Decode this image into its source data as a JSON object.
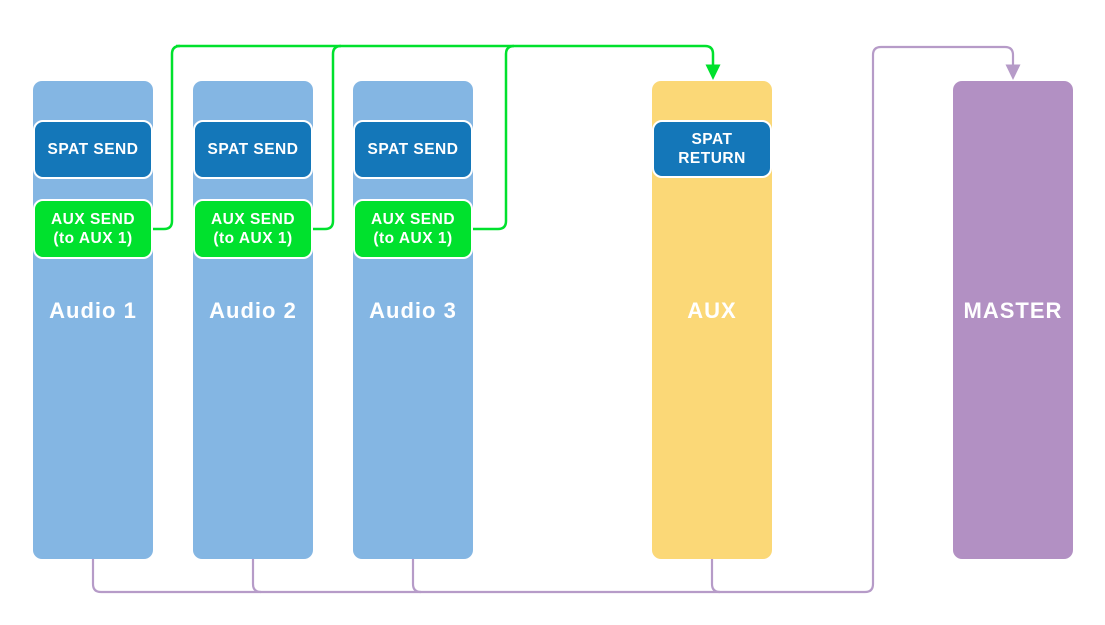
{
  "colors": {
    "track_audio": "#84B6E3",
    "track_aux": "#FBD877",
    "track_master": "#B290C3",
    "badge_blue": "#1477B9",
    "badge_green": "#00E12D",
    "wire_green": "#00E12D",
    "wire_purple": "#B69BC8",
    "label_text": "#FFFFFF"
  },
  "tracks": [
    {
      "label": "Audio 1",
      "type": "audio",
      "spat_badge": "SPAT SEND",
      "aux_badge": "AUX SEND\n(to AUX 1)"
    },
    {
      "label": "Audio 2",
      "type": "audio",
      "spat_badge": "SPAT SEND",
      "aux_badge": "AUX SEND\n(to AUX 1)"
    },
    {
      "label": "Audio 3",
      "type": "audio",
      "spat_badge": "SPAT SEND",
      "aux_badge": "AUX SEND\n(to AUX 1)"
    },
    {
      "label": "AUX",
      "type": "aux",
      "return_badge": "SPAT\nRETURN"
    },
    {
      "label": "MASTER",
      "type": "master"
    }
  ],
  "connections": [
    {
      "from": "Audio 1 AUX SEND (to AUX 1)",
      "to": "AUX",
      "color": "green"
    },
    {
      "from": "Audio 2 AUX SEND (to AUX 1)",
      "to": "AUX",
      "color": "green"
    },
    {
      "from": "Audio 3 AUX SEND (to AUX 1)",
      "to": "AUX",
      "color": "green"
    },
    {
      "from": "Audio 1",
      "to": "MASTER",
      "color": "purple"
    },
    {
      "from": "Audio 2",
      "to": "MASTER",
      "color": "purple"
    },
    {
      "from": "Audio 3",
      "to": "MASTER",
      "color": "purple"
    },
    {
      "from": "AUX",
      "to": "MASTER",
      "color": "purple"
    }
  ]
}
